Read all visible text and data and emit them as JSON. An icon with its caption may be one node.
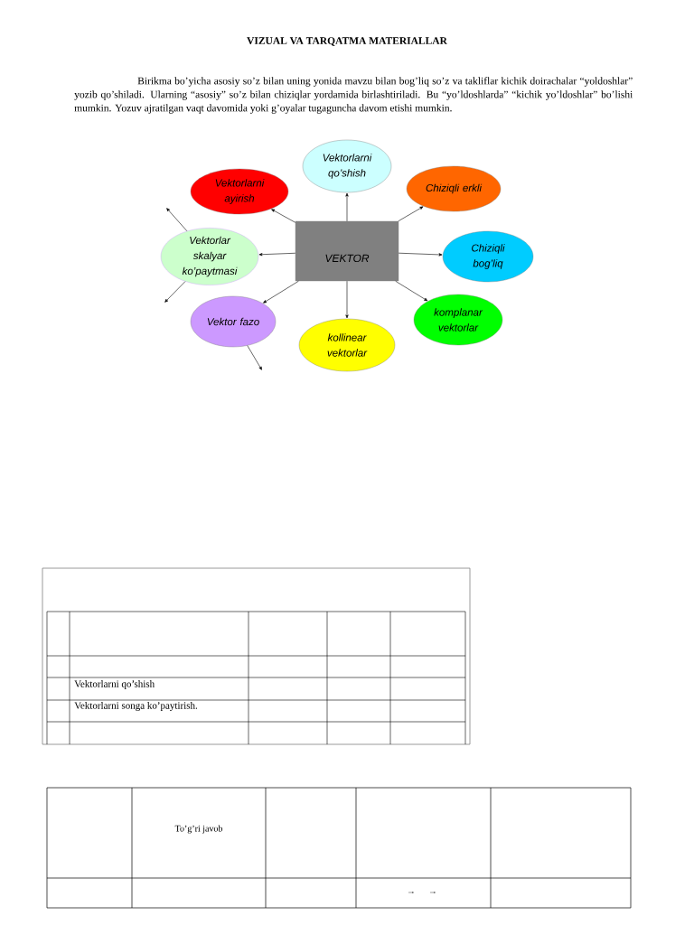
{
  "diagram": {
    "title": "VIZUAL VA TARQATMA MATERIALLAR",
    "nodes": [
      {
        "text": [
          "VEKTOR"
        ]
      },
      {
        "text": [
          "Vektorlarni qo’shish"
        ]
      },
      {
        "text": [
          "Vektorlarni ayirish"
        ]
      },
      {
        "text": [
          "Chiziqli erkli"
        ]
      },
      {
        "text": [
          "Vektorlar skalyar ko’paytmasi"
        ]
      },
      {
        "text": [
          "Chiziqli bog’liq"
        ]
      },
      {
        "text": [
          "Vektor fazo"
        ]
      },
      {
        "text": [
          "kollinear vektorlar"
        ]
      },
      {
        "text": [
          "komplanar vektorlar"
        ]
      }
    ],
    "edges": [
      {
        "from": 0,
        "to": 1,
        "arrow": "to"
      },
      {
        "from": 0,
        "to": 2,
        "arrow": "to"
      },
      {
        "from": 0,
        "to": 3,
        "arrow": "to"
      },
      {
        "from": 0,
        "to": 4,
        "arrow": "to"
      },
      {
        "from": 0,
        "to": 5,
        "arrow": "to"
      },
      {
        "from": 0,
        "to": 6,
        "arrow": "to"
      },
      {
        "from": 0,
        "to": 7,
        "arrow": "to"
      },
      {
        "from": 0,
        "to": 8,
        "arrow": "to"
      },
      {
        "from": 4,
        "to": null,
        "arrow": "to"
      },
      {
        "from": 4,
        "to": null,
        "arrow": "to"
      },
      {
        "from": 6,
        "to": null,
        "arrow": "to"
      }
    ],
    "labels": [
      "Birikma bo’yicha asosiy so’z bilan uning yonida mavzu bilan bog’liq so’z va takliflar kichik doirachalar “yoldoshlar” yozib qo’shiladi. Ularning “asosiy” so’z bilan chiziqlar yordamida birlashtiriladi. Bu “yo’ldoshlarda” “kichik yo’ldoshlar” bo’lishi mumkin. Yozuv ajratilgan vaqt davomida yoki g’oyalar tugaguncha davom etishi mumkin.",
      "Vektorlarni qo’shish",
      "Vektorlarni songa ko’paytirish.",
      "To’g’ri javob"
    ]
  }
}
